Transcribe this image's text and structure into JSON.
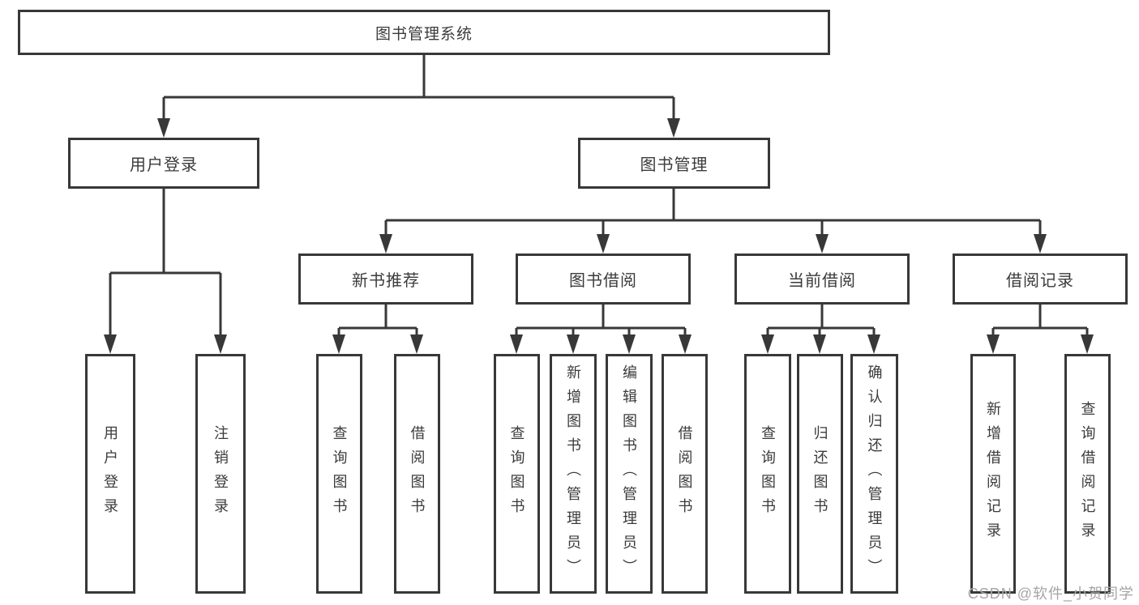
{
  "diagram": {
    "type": "tree",
    "nodes": {
      "root": {
        "label": "图书管理系统"
      },
      "user_login": {
        "label": "用户登录"
      },
      "book_management": {
        "label": "图书管理"
      },
      "new_book_recommend": {
        "label": "新书推荐"
      },
      "book_borrowing": {
        "label": "图书借阅"
      },
      "current_borrowing": {
        "label": "当前借阅"
      },
      "borrowing_records": {
        "label": "借阅记录"
      },
      "leaf_user_login": {
        "label": "用户登录"
      },
      "leaf_logout": {
        "label": "注销登录"
      },
      "leaf_rec_query_books": {
        "label": "查询图书"
      },
      "leaf_rec_borrow_books": {
        "label": "借阅图书"
      },
      "leaf_bb_query_books": {
        "label": "查询图书"
      },
      "leaf_bb_add_books": {
        "label": "新增图书（管理员）"
      },
      "leaf_bb_edit_books": {
        "label": "编辑图书（管理员）"
      },
      "leaf_bb_borrow_books": {
        "label": "借阅图书"
      },
      "leaf_cb_query_books": {
        "label": "查询图书"
      },
      "leaf_cb_return_books": {
        "label": "归还图书"
      },
      "leaf_cb_confirm_return": {
        "label": "确认归还（管理员）"
      },
      "leaf_br_add_record": {
        "label": "新增借阅记录"
      },
      "leaf_br_query_record": {
        "label": "查询借阅记录"
      }
    },
    "edges": [
      {
        "from": "root",
        "to": "user_login"
      },
      {
        "from": "root",
        "to": "book_management"
      },
      {
        "from": "user_login",
        "to": "leaf_user_login"
      },
      {
        "from": "user_login",
        "to": "leaf_logout"
      },
      {
        "from": "book_management",
        "to": "new_book_recommend"
      },
      {
        "from": "book_management",
        "to": "book_borrowing"
      },
      {
        "from": "book_management",
        "to": "current_borrowing"
      },
      {
        "from": "book_management",
        "to": "borrowing_records"
      },
      {
        "from": "new_book_recommend",
        "to": "leaf_rec_query_books"
      },
      {
        "from": "new_book_recommend",
        "to": "leaf_rec_borrow_books"
      },
      {
        "from": "book_borrowing",
        "to": "leaf_bb_query_books"
      },
      {
        "from": "book_borrowing",
        "to": "leaf_bb_add_books"
      },
      {
        "from": "book_borrowing",
        "to": "leaf_bb_edit_books"
      },
      {
        "from": "book_borrowing",
        "to": "leaf_bb_borrow_books"
      },
      {
        "from": "current_borrowing",
        "to": "leaf_cb_query_books"
      },
      {
        "from": "current_borrowing",
        "to": "leaf_cb_return_books"
      },
      {
        "from": "current_borrowing",
        "to": "leaf_cb_confirm_return"
      },
      {
        "from": "borrowing_records",
        "to": "leaf_br_add_record"
      },
      {
        "from": "borrowing_records",
        "to": "leaf_br_query_record"
      }
    ]
  },
  "watermark": {
    "text": "CSDN @软件_小贺同学",
    "color": "#a5a5a5"
  },
  "colors": {
    "line": "#383838",
    "box_border": "#383838",
    "text": "#3b3b3b",
    "background": "#ffffff"
  }
}
